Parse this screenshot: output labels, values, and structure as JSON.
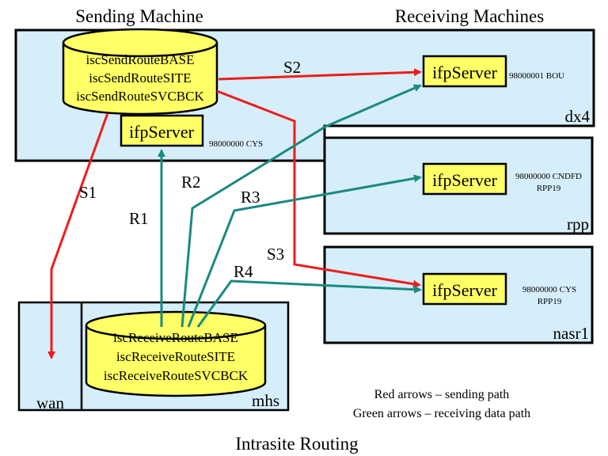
{
  "titles": {
    "sending": "Sending Machine",
    "receiving": "Receiving Machines",
    "bottom": "Intrasite Routing"
  },
  "machines": {
    "dx4": "dx4",
    "rpp": "rpp",
    "nasr1": "nasr1",
    "mhs": "mhs",
    "wan": "wan"
  },
  "send_db": [
    "iscSendRouteBASE",
    "iscSendRouteSITE",
    "iscSendRouteSVCBCK"
  ],
  "receive_db": [
    "iscReceiveRouteBASE",
    "iscReceiveRouteSITE",
    "iscReceiveRouteSVCBCK"
  ],
  "servers": {
    "label": "ifpServer",
    "local_id": "98000000 CYS",
    "bou_id": "98000001 BOU",
    "rpp_id_line1": "98000000 CNDFD",
    "rpp_id_line2": "RPP19",
    "nasr_id_line1": "98000000 CYS",
    "nasr_id_line2": "RPP19"
  },
  "arrows": {
    "s1": "S1",
    "s2": "S2",
    "s3": "S3",
    "r1": "R1",
    "r2": "R2",
    "r3": "R3",
    "r4": "R4"
  },
  "legend": {
    "red": "Red arrows – sending path",
    "green": "Green arrows – receiving data path"
  },
  "colors": {
    "box_fill": "#d6eefa",
    "db_fill": "#ffff66",
    "red": "#ee1c1c",
    "teal": "#1a8a82"
  }
}
